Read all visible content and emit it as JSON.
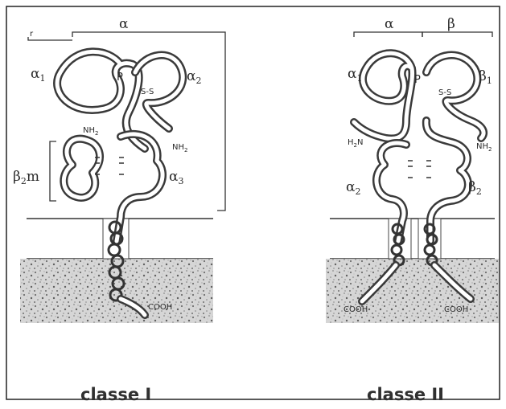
{
  "class_i": {
    "label": "classe I",
    "domains": {
      "alpha": "α",
      "alpha1": "α",
      "alpha1_sub": "1",
      "alpha2": "α",
      "alpha2_sub": "2",
      "alpha3": "α",
      "alpha3_sub": "3",
      "beta2m": "β",
      "beta2m_sub": "2",
      "beta2m_suffix": "m",
      "p": "P",
      "r": "r"
    },
    "termini": {
      "nh2_left": "NH",
      "nh2_left_sub": "2",
      "nh2_right": "NH",
      "nh2_right_sub": "2",
      "cooh": "COOH"
    }
  },
  "class_ii": {
    "label": "classe II",
    "domains": {
      "alpha": "α",
      "beta": "β",
      "alpha1": "α",
      "alpha1_sub": "1",
      "beta1": "β",
      "beta1_sub": "1",
      "alpha2": "α",
      "alpha2_sub": "2",
      "beta2": "β",
      "beta2_sub": "2",
      "p": "P"
    },
    "termini": {
      "h2n": "H",
      "h2n_sub": "2",
      "h2n_suffix": "N",
      "nh2": "NH",
      "nh2_sub": "2",
      "cooh_left": "COOH",
      "cooh_right": "COOH"
    }
  },
  "disulfide": "S-S",
  "colors": {
    "ink": "#2f2f2f",
    "membrane": "#8a8a8a",
    "background": "#ffffff"
  }
}
